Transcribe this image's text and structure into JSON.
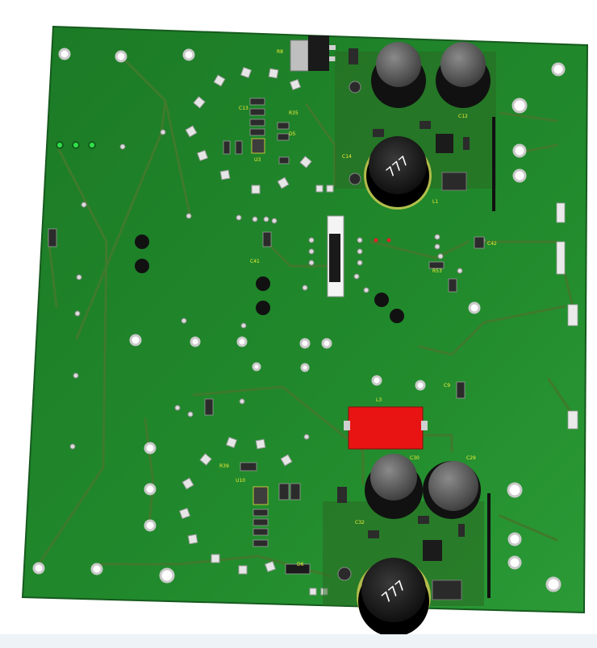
{
  "board": {
    "colors": {
      "background": "#ffffff",
      "board_green": "#1f7f2a",
      "board_edge": "#175f20",
      "trace": "#3f7a2c",
      "pad": "#d9d9d9",
      "silkscreen": "#f2ee3a",
      "inductor_block": "#e81414"
    },
    "inductor_top_marking": "777",
    "inductor_bottom_marking": "777",
    "label_r8": "R8",
    "label_l3": "L3",
    "label_l1": "L1",
    "label_c12": "C12",
    "label_c29": "C29",
    "label_c30": "C30",
    "label_c13": "C13",
    "label_c14": "C14",
    "label_c32": "C32",
    "label_c41": "C41",
    "label_c42": "C42",
    "label_r35": "R35",
    "label_r39": "R39",
    "label_u3": "U3",
    "label_u10": "U10",
    "label_d5": "D5",
    "label_d6": "D6",
    "label_c9": "C9",
    "label_r53": "R53"
  }
}
